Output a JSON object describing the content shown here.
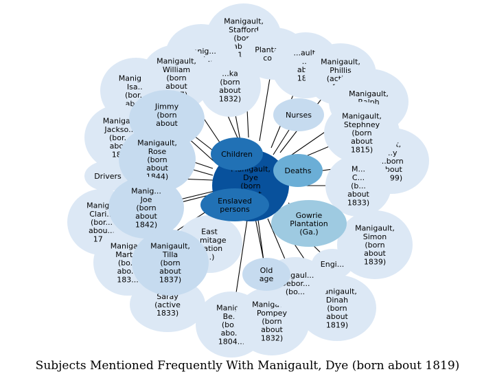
{
  "caption": "Subjects Mentioned Frequently With Manigault, Dye (born about 1819)",
  "colors": {
    "outer": "#dce8f5",
    "mid": "#c6dbef",
    "accent": "#9ecae1",
    "medium": "#6baed6",
    "strong": "#2171b5",
    "center": "#08519c",
    "edge": "#000000"
  },
  "center": {
    "label": "Manigault,\nDye\n(born\nabout\n1819)"
  },
  "nodes": [
    {
      "id": "stafford",
      "label": "Manigault,\nStafford\n(born\nabout\n1...",
      "tone": "outer"
    },
    {
      "id": "phillis_partial",
      "label": "Manig...\nPhili...",
      "tone": "outer"
    },
    {
      "id": "plantation_cooks",
      "label": "Plantation\ncooks",
      "tone": "outer"
    },
    {
      "id": "manigault_ault",
      "label": "...ault,\n...\nab...\n18...",
      "tone": "outer"
    },
    {
      "id": "phillis",
      "label": "Manigault,\nPhillis\n(activ...\n18...",
      "tone": "outer"
    },
    {
      "id": "ralph",
      "label": "Manigault,\nRalph\n...",
      "tone": "outer"
    },
    {
      "id": "isaac",
      "label": "Maniga...\nIsa...\n(bor...\nabo...",
      "tone": "outer"
    },
    {
      "id": "william",
      "label": "Manigault,\nWilliam\n(born\nabout\n1827)",
      "tone": "outer"
    },
    {
      "id": "ka_1832",
      "label": "...ka\n(born\nabout\n1832)",
      "tone": "outer"
    },
    {
      "id": "nurses",
      "label": "Nurses",
      "tone": "mid"
    },
    {
      "id": "stephney",
      "label": "Manigault,\nStephney\n(born\nabout\n1815)",
      "tone": "outer"
    },
    {
      "id": "ult_1799",
      "label": "...ult,\n...y\n...born\nabout\n1799)",
      "tone": "outer"
    },
    {
      "id": "jackson",
      "label": "Maniga...\nJackso...\n(bor...\nabo...\n18...",
      "tone": "outer"
    },
    {
      "id": "jimmy",
      "label": "Jimmy\n(born\nabout\n...",
      "tone": "mid"
    },
    {
      "id": "children",
      "label": "Children",
      "tone": "strong"
    },
    {
      "id": "deaths",
      "label": "Deaths",
      "tone": "medium"
    },
    {
      "id": "ca_1833",
      "label": "M...\nC...\n(b...\nabout\n1833)",
      "tone": "outer"
    },
    {
      "id": "rose",
      "label": "Manigault,\nRose\n(born\nabout\n1844)",
      "tone": "mid"
    },
    {
      "id": "drivers",
      "label": "Drivers",
      "tone": "outer"
    },
    {
      "id": "enslaved",
      "label": "Enslaved\npersons",
      "tone": "strong"
    },
    {
      "id": "clarinda",
      "label": "Manig...\nClari...\n(bor...\nabou...\n17...",
      "tone": "outer"
    },
    {
      "id": "joe",
      "label": "Manig...\nJoe\n(born\nabout\n1842)",
      "tone": "mid"
    },
    {
      "id": "gowrie",
      "label": "Gowrie\nPlantation\n(Ga.)",
      "tone": "accent"
    },
    {
      "id": "east_hermitage",
      "label": "East\n...mitage\n...ation\n...)",
      "tone": "outer"
    },
    {
      "id": "simon",
      "label": "Manigault,\nSimon\n(born\nabout\n1839)",
      "tone": "outer"
    },
    {
      "id": "martha",
      "label": "Maniga...\nMart...\n(bo...\nabo...\n183...",
      "tone": "outer"
    },
    {
      "id": "tilla",
      "label": "Manigault,\nTilla\n(born\nabout\n1837)",
      "tone": "mid"
    },
    {
      "id": "engi",
      "label": "Engi...",
      "tone": "outer"
    },
    {
      "id": "old_age",
      "label": "Old\nage",
      "tone": "mid"
    },
    {
      "id": "debora",
      "label": "...nigaul...\nDebor...\n(bo...",
      "tone": "outer"
    },
    {
      "id": "saray",
      "label": "Saray\n(active\n1833)",
      "tone": "outer"
    },
    {
      "id": "dinah",
      "label": "Manigault,\nDinah\n(born\nabout\n1819)",
      "tone": "outer"
    },
    {
      "id": "bella",
      "label": "Manig...\nBe...\n(bo...\nabo...\n1804...",
      "tone": "outer"
    },
    {
      "id": "pompey",
      "label": "Manigault,\nPompey\n(born\nabout\n1832)",
      "tone": "outer"
    }
  ]
}
